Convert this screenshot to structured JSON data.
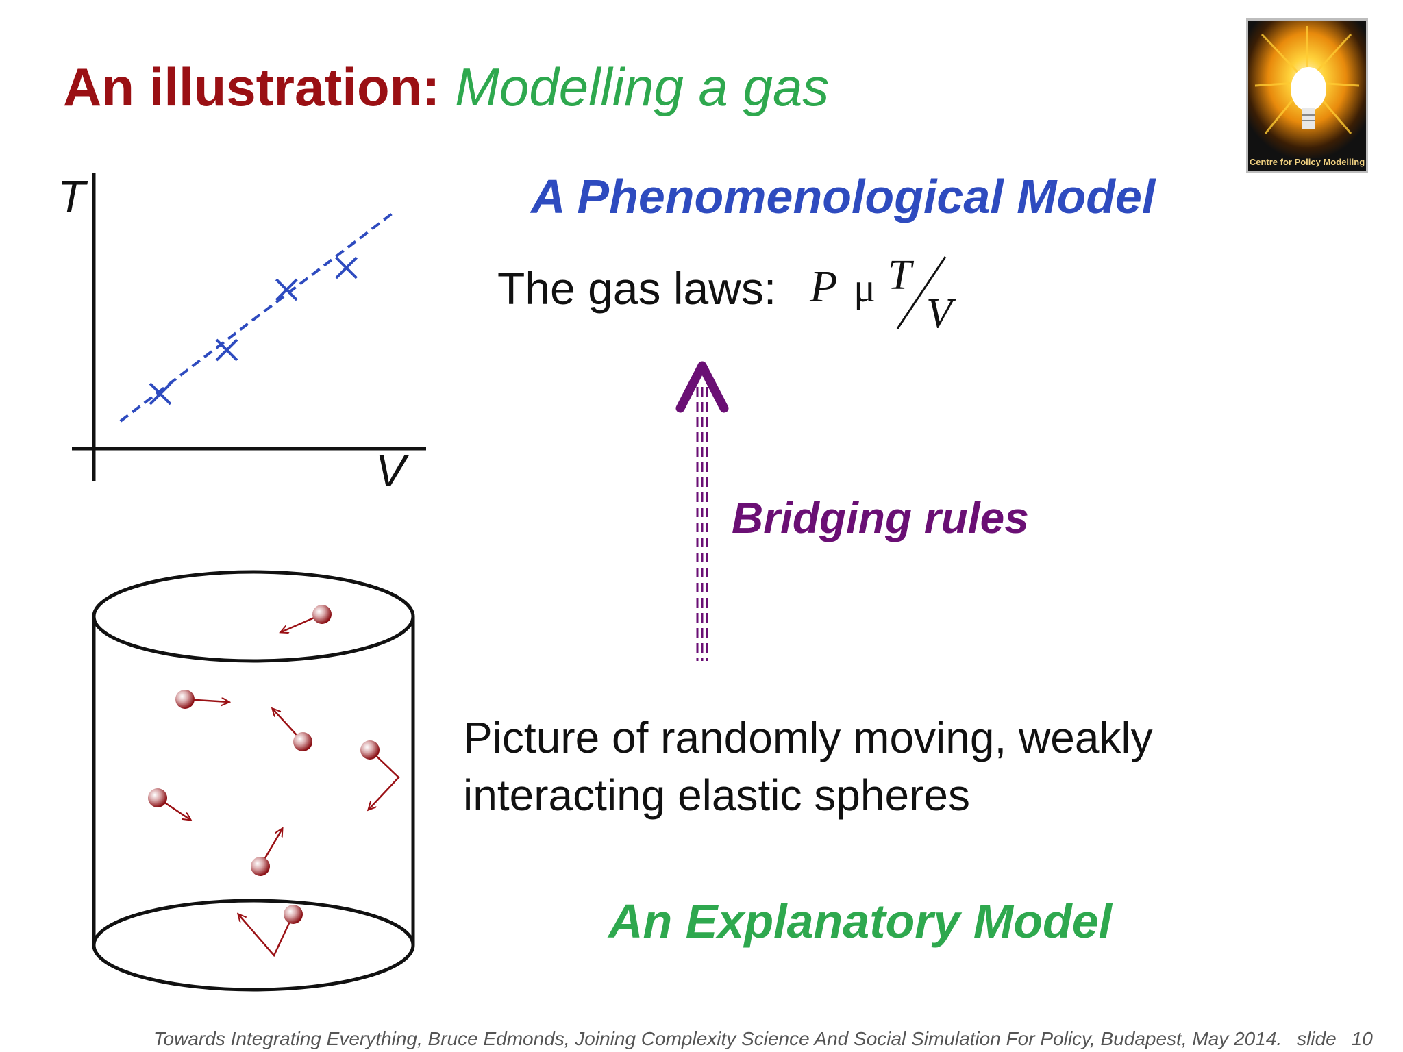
{
  "slide": {
    "title_lead": "An illustration:",
    "title_rest": "Modelling a gas",
    "logo_text": "Centre for Policy Modelling",
    "phenomenological_label": "A Phenomenological Model",
    "gas_laws_label": "The gas laws:",
    "formula": {
      "p": "P",
      "mu": "μ",
      "numerator": "T",
      "denominator": "V"
    },
    "bridging_label": "Bridging rules",
    "picture_line1": "Picture of randomly moving, weakly",
    "picture_line2": "interacting elastic spheres",
    "explanatory_label": "An Explanatory Model",
    "footer_text": "Towards Integrating Everything, Bruce Edmonds, Joining Complexity Science And Social Simulation For Policy, Budapest, May 2014.",
    "footer_slide": "slide",
    "footer_number": "10"
  },
  "colors": {
    "title_lead": "#9a1014",
    "green": "#2ea84e",
    "blue": "#2e4bbf",
    "purple": "#6a0f74",
    "molecule": "#9a1014"
  },
  "chart_data": {
    "type": "scatter",
    "xlabel": "V",
    "ylabel": "T",
    "points": [
      [
        1,
        1
      ],
      [
        2,
        1.8
      ],
      [
        2.9,
        2.9
      ],
      [
        3.8,
        3.3
      ]
    ],
    "trend_line": {
      "style": "dashed",
      "from": [
        0.4,
        0.5
      ],
      "to": [
        4.5,
        4.3
      ]
    },
    "xlim": [
      0,
      5
    ],
    "ylim": [
      0,
      5
    ]
  }
}
